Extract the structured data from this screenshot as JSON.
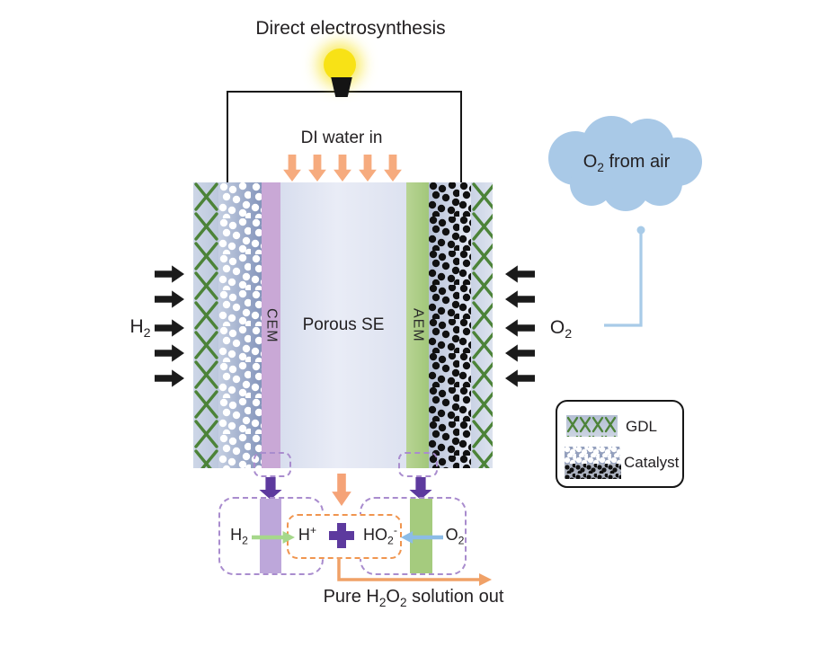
{
  "title": "Direct electrosynthesis",
  "top": {
    "di_water": "DI water in"
  },
  "cell": {
    "cem": "CEM",
    "porous_se": "Porous SE",
    "aem": "AEM"
  },
  "inlets": {
    "h2": {
      "base": "H",
      "sub": "2"
    },
    "o2": {
      "base": "O",
      "sub": "2"
    }
  },
  "cloud": {
    "base": "O",
    "sub": "2",
    "rest": " from air"
  },
  "legend": {
    "gdl": "GDL",
    "catalyst": "Catalyst"
  },
  "reaction": {
    "h2": {
      "base": "H",
      "sub": "2"
    },
    "h_plus": {
      "base": "H",
      "sup": "+"
    },
    "plus_sign": "+",
    "ho2": {
      "base": "HO",
      "sub": "2",
      "sup": "-"
    },
    "o2": {
      "base": "O",
      "sub": "2"
    }
  },
  "output": {
    "pre": "Pure H",
    "sub1": "2",
    "mid": "O",
    "sub2": "2",
    "post": " solution out"
  },
  "colors": {
    "black": "#1b1b1b",
    "bulb_yellow": "#f8e216",
    "orange_arrow": "#f6ab7e",
    "orange_dash": "#f0954f",
    "purple_arrow": "#5d3a9e",
    "purple_dash": "#a98cce",
    "cem_strip": "#c9a8d6",
    "aem_strip": "#a2c77a",
    "hatch_green": "#4c8338",
    "cloud_blue": "#a9c9e7",
    "link_blue": "#a8cbe8",
    "green_arrow": "#a6d88b",
    "blue_arrow": "#8cbce6"
  }
}
